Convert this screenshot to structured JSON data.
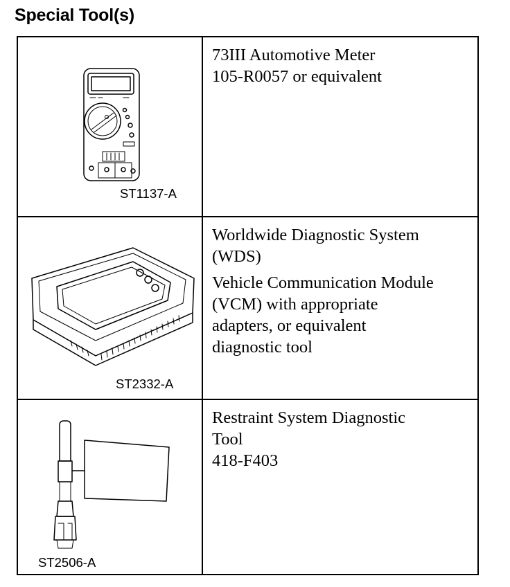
{
  "title": "Special Tool(s)",
  "tools": [
    {
      "code": "ST1137-A",
      "description": [
        "73III Automotive Meter",
        "105-R0057 or equivalent"
      ],
      "icon": "multimeter-icon"
    },
    {
      "code": "ST2332-A",
      "description_block1": [
        "Worldwide Diagnostic System",
        "(WDS)"
      ],
      "description_block2": [
        "Vehicle Communication Module",
        "(VCM) with appropriate",
        "adapters, or equivalent",
        "diagnostic tool"
      ],
      "icon": "diagnostic-tablet-icon"
    },
    {
      "code": "ST2506-A",
      "description": [
        "Restraint System Diagnostic",
        "Tool",
        "418-F403"
      ],
      "icon": "restraint-tool-icon"
    }
  ]
}
